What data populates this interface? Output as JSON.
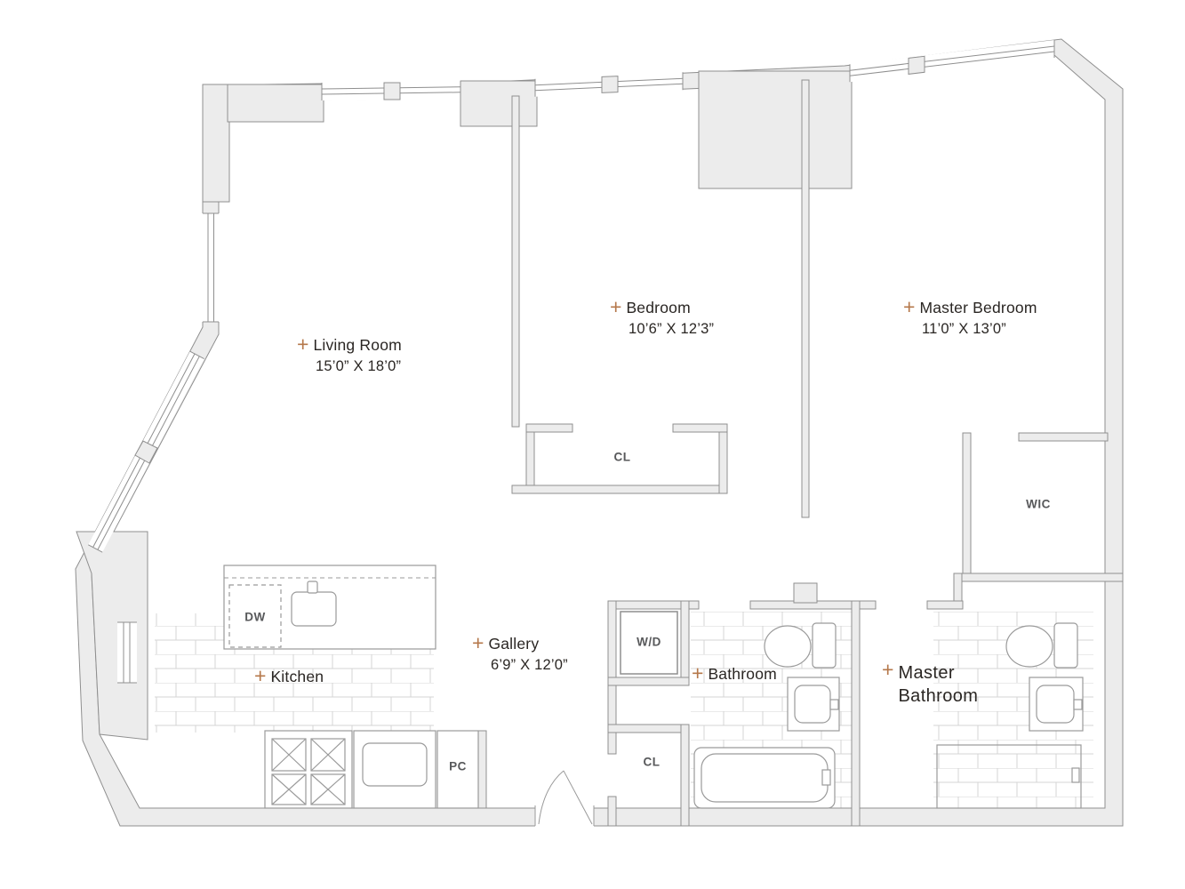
{
  "marker": "+",
  "rooms": {
    "living_room": {
      "label": "Living Room",
      "dims": "15’0” X 18’0”"
    },
    "bedroom": {
      "label": "Bedroom",
      "dims": "10’6” X 12’3”"
    },
    "master_bedroom": {
      "label": "Master Bedroom",
      "dims": "11’0” X 13’0”"
    },
    "gallery": {
      "label": "Gallery",
      "dims": "6’9” X 12’0”"
    },
    "kitchen": {
      "label": "Kitchen"
    },
    "bathroom": {
      "label": "Bathroom"
    },
    "master_bathroom": {
      "label": "Master Bathroom"
    }
  },
  "annotations": {
    "closet_bedroom": "CL",
    "closet_gallery": "CL",
    "walk_in_closet": "WIC",
    "washer_dryer": "W/D",
    "dishwasher": "DW",
    "pantry_closet": "PC"
  },
  "colors": {
    "marker": "#b5784b",
    "wall_fill": "#ececec",
    "wall_line": "#8f8f8f",
    "label_text": "#2a2623",
    "annotation_text": "#58595b"
  }
}
